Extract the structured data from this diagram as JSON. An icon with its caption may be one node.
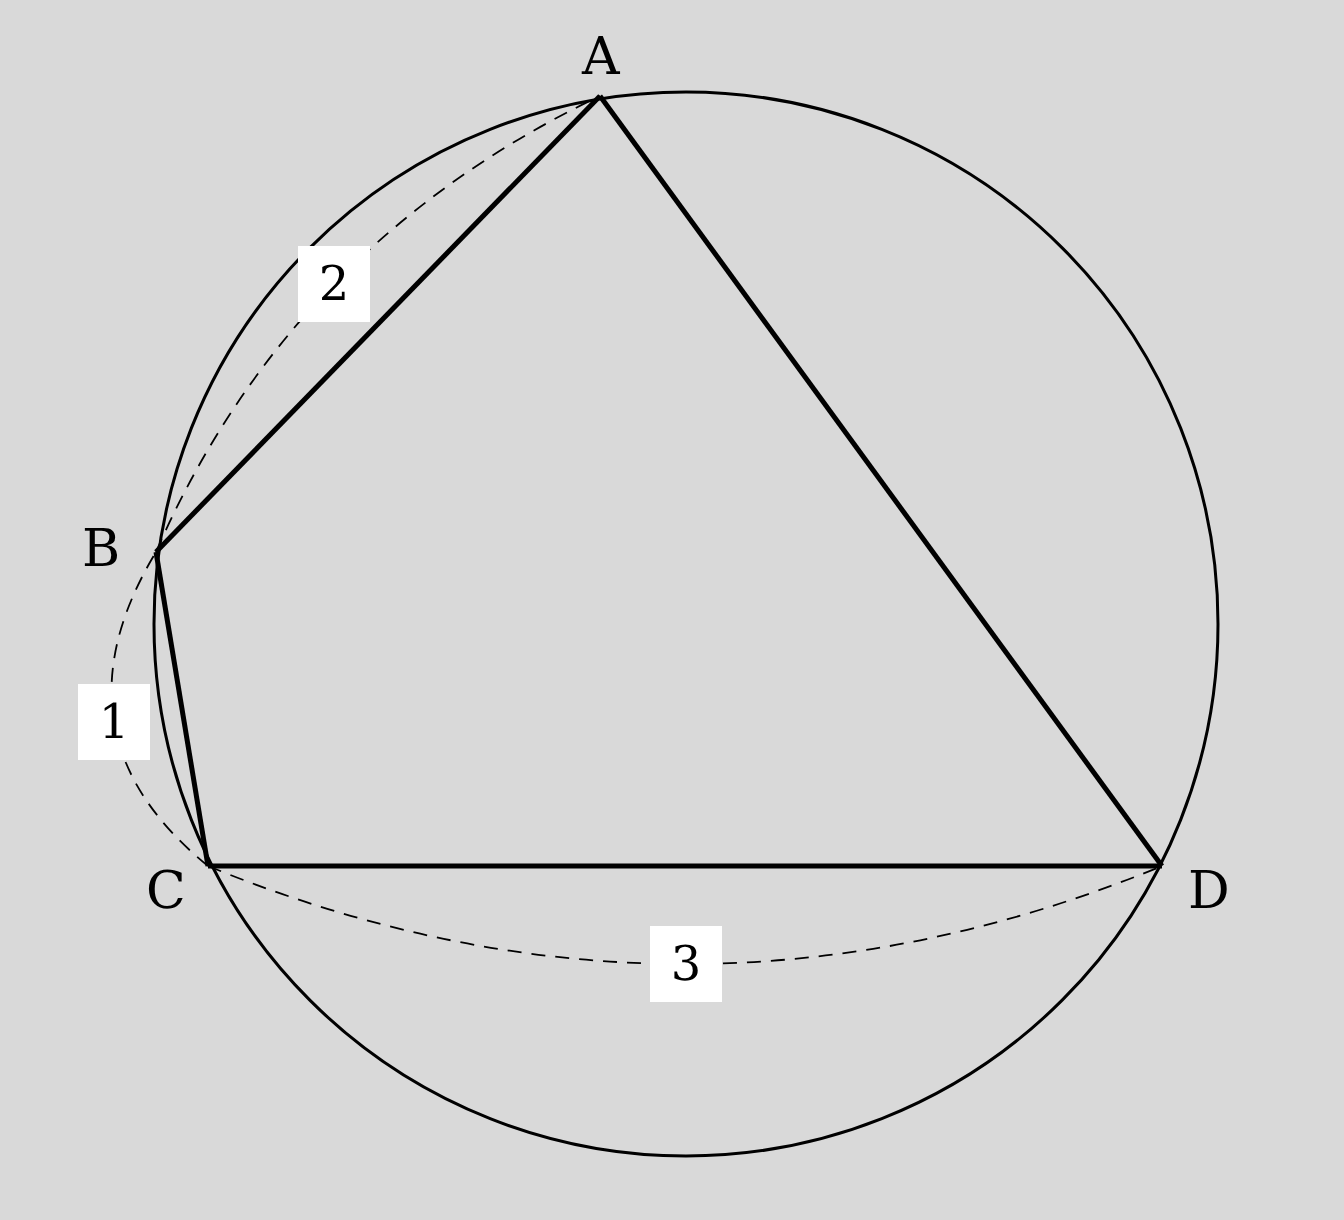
{
  "diagram": {
    "nodes": [
      {
        "text": [
          "A"
        ]
      },
      {
        "text": [
          "B"
        ]
      },
      {
        "text": [
          "C"
        ]
      },
      {
        "text": [
          "D"
        ]
      }
    ],
    "edges": [
      {
        "from": 0,
        "to": 1,
        "arrow": "none"
      },
      {
        "from": 1,
        "to": 2,
        "arrow": "none"
      },
      {
        "from": 2,
        "to": 3,
        "arrow": "none"
      },
      {
        "from": 3,
        "to": 0,
        "arrow": "none"
      },
      {
        "from": 1,
        "to": 0,
        "arrow": "none",
        "style": "dashed",
        "label": "2"
      },
      {
        "from": 2,
        "to": 1,
        "arrow": "none",
        "style": "dashed",
        "label": "1"
      },
      {
        "from": 2,
        "to": 3,
        "arrow": "none",
        "style": "dashed",
        "label": "3"
      }
    ]
  }
}
